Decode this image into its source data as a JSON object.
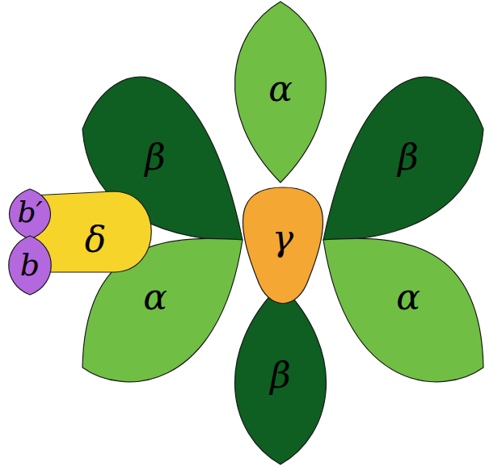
{
  "diagram": {
    "nodes": [
      {
        "text": [
          "α"
        ]
      },
      {
        "text": [
          "β"
        ]
      },
      {
        "text": [
          "β"
        ]
      },
      {
        "text": [
          "b′"
        ]
      },
      {
        "text": [
          "δ"
        ]
      },
      {
        "text": [
          "γ"
        ]
      },
      {
        "text": [
          "b"
        ]
      },
      {
        "text": [
          "α"
        ]
      },
      {
        "text": [
          "α"
        ]
      },
      {
        "text": [
          "β"
        ]
      }
    ]
  }
}
